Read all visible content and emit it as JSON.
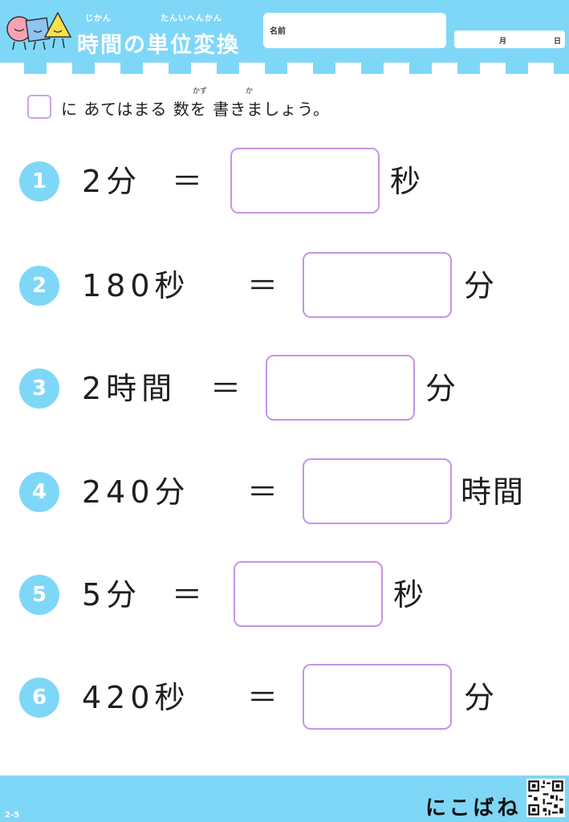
{
  "header": {
    "title": "時間の単位変換",
    "title_ruby_1": "じかん",
    "title_ruby_2": "たんいへんかん",
    "name_label": "名前",
    "month_label": "月",
    "day_label": "日"
  },
  "instruction": {
    "text": "に あてはまる 数を 書きましょう。",
    "ruby_kazu": "かず",
    "ruby_ka": "か"
  },
  "problems": [
    {
      "number": "1",
      "expression": "2分",
      "equals": "＝",
      "unit": "秒"
    },
    {
      "number": "2",
      "expression": "180秒",
      "equals": "＝",
      "unit": "分"
    },
    {
      "number": "3",
      "expression": "2時間",
      "equals": "＝",
      "unit": "分"
    },
    {
      "number": "4",
      "expression": "240分",
      "equals": "＝",
      "unit": "時間"
    },
    {
      "number": "5",
      "expression": "5分",
      "equals": "＝",
      "unit": "秒"
    },
    {
      "number": "6",
      "expression": "420秒",
      "equals": "＝",
      "unit": "分"
    }
  ],
  "footer": {
    "page_code": "2-5",
    "brand": "にこばね"
  },
  "colors": {
    "accent_blue": "#7fd7f8",
    "box_purple": "#c794e6"
  }
}
